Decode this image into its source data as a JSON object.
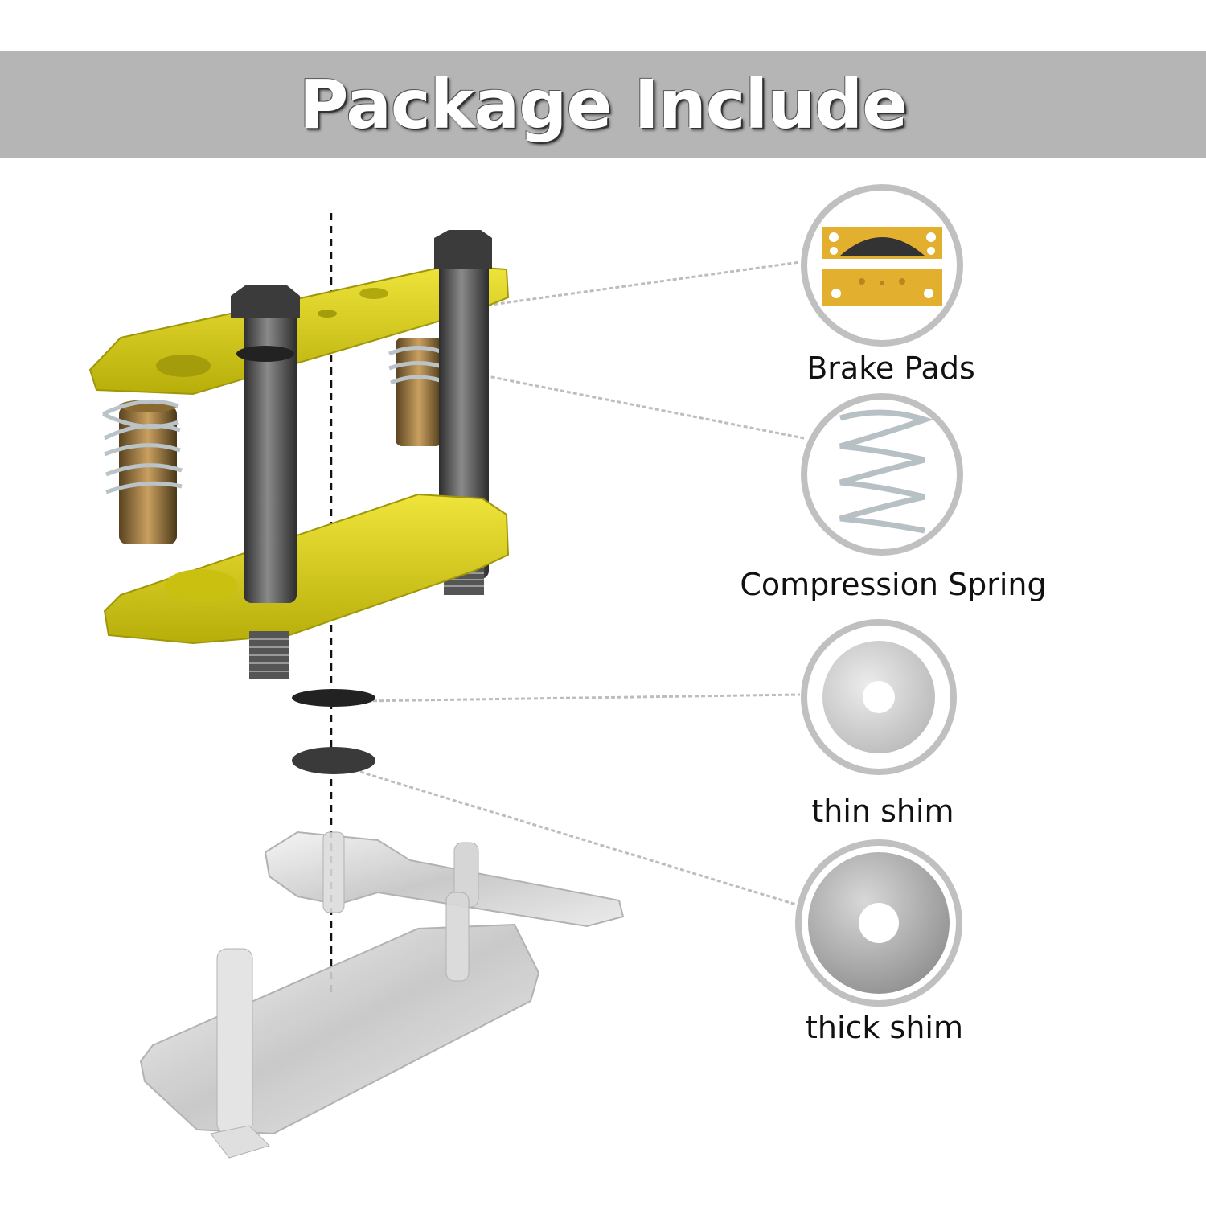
{
  "banner": {
    "title": "Package Include"
  },
  "items": [
    {
      "label": "Brake Pads",
      "icon": "brake-pads-icon"
    },
    {
      "label": "Compression Spring",
      "icon": "compression-spring-icon"
    },
    {
      "label": "thin shim",
      "icon": "thin-shim-icon"
    },
    {
      "label": "thick shim",
      "icon": "thick-shim-icon"
    }
  ],
  "colors": {
    "banner_bg": "#b5b5b5",
    "bracket_yellow": "#d6cf18",
    "circle_border": "#bdbdbd",
    "pad_gold": "#e2b02e"
  }
}
